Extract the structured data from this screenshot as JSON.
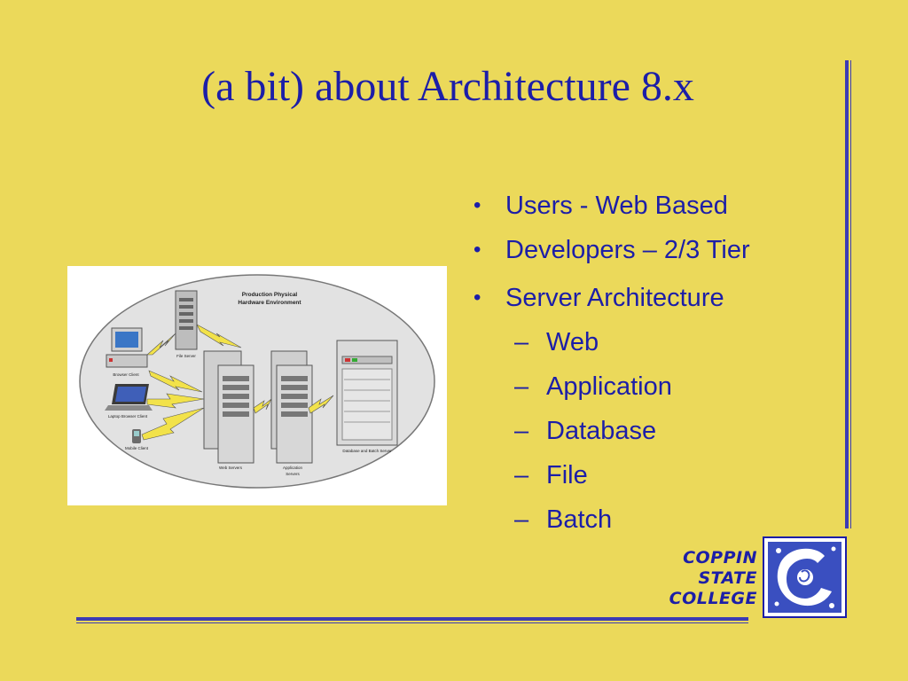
{
  "slide": {
    "title": "(a bit) about Architecture 8.x",
    "bullets": [
      "Users - Web Based",
      "Developers – 2/3 Tier",
      "Server Architecture"
    ],
    "sub_bullets": [
      "Web",
      "Application",
      "Database",
      "File",
      "Batch"
    ],
    "sub_dash": "–"
  },
  "diagram": {
    "title_line1": "Production Physical",
    "title_line2": "Hardware Environment",
    "labels": {
      "file_server": "File Server",
      "browser_client": "Browser Client",
      "laptop_client": "Laptop Browser Client",
      "mobile_client": "Mobile Client",
      "web_servers": "Web Servers",
      "app_servers_1": "Application",
      "app_servers_2": "Servers",
      "db_server": "Database and Batch Server"
    }
  },
  "logo": {
    "line1": "COPPIN",
    "line2": "STATE",
    "line3": "COLLEGE"
  },
  "colors": {
    "background": "#ebd95a",
    "text": "#1c1ea8",
    "rule": "#3c3cb4"
  }
}
